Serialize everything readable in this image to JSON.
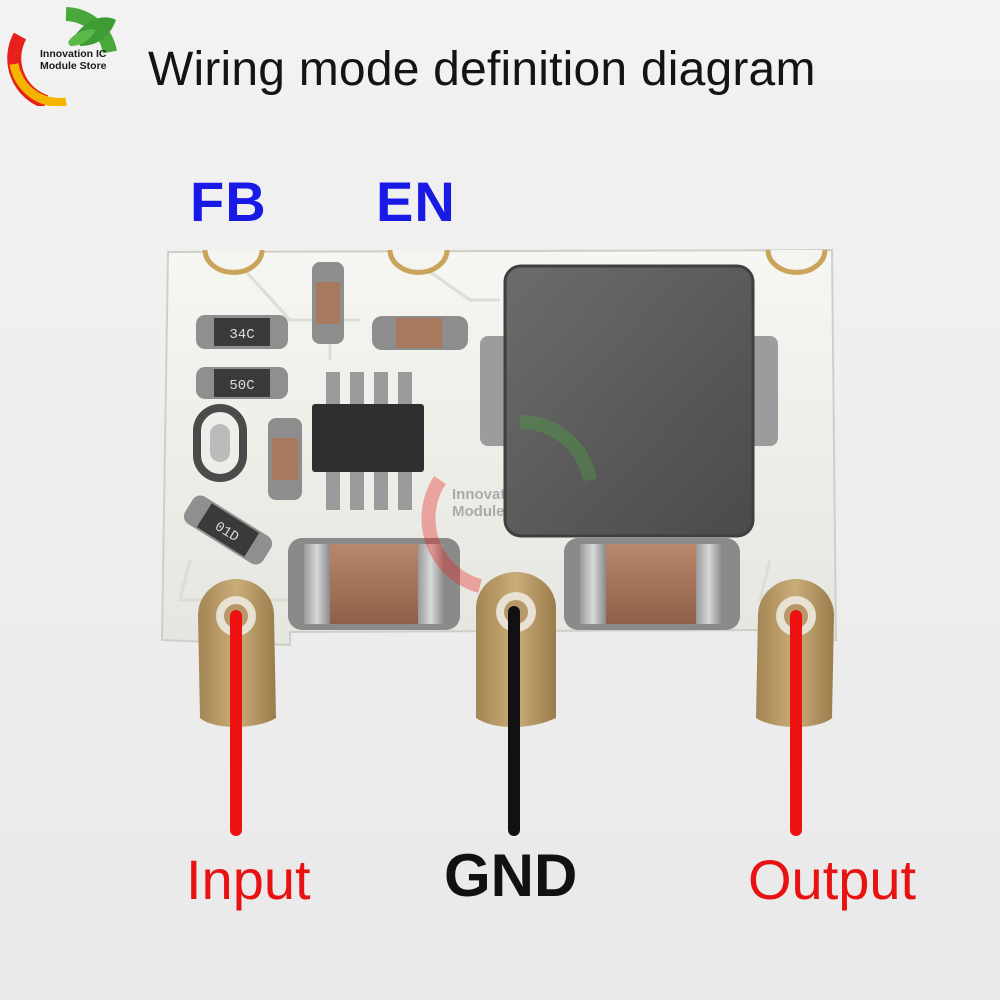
{
  "brand": {
    "line1": "Innovation IC",
    "line2": "Module Store"
  },
  "title": "Wiring mode definition diagram",
  "pins_top": {
    "fb": "FB",
    "en": "EN"
  },
  "pins_bottom": {
    "input": "Input",
    "gnd": "GND",
    "output": "Output"
  },
  "component_markings": {
    "resistor_1": "34C",
    "resistor_2": "50C",
    "resistor_3": "01D"
  },
  "watermark": {
    "line1": "Innovation IC",
    "line2": "Module Store"
  },
  "colors": {
    "top_pin_label": "#1a1ae6",
    "positive_wire": "#e81212",
    "ground_wire": "#111111",
    "pcb": "#eeeeea",
    "inductor": "#5b5b5b"
  }
}
